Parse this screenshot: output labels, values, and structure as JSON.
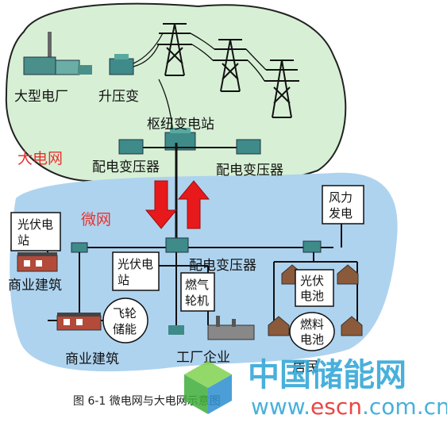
{
  "diagram": {
    "grid_labels": {
      "big_grid": "大电网",
      "micro_grid": "微网"
    },
    "nodes": {
      "big_plant": "大型电厂",
      "step_up": "升压变",
      "hub_substation": "枢纽变电站",
      "dist_transformer_left": "配电变压器",
      "dist_transformer_right": "配电变压器",
      "pv_station_left": "光伏电站",
      "pv_station_center": "光伏电站",
      "dist_transformer_micro": "配电变压器",
      "wind_power": "风力发电",
      "commercial_1": "商业建筑",
      "commercial_2": "商业建筑",
      "flywheel": "飞轮储能",
      "gas_turbine": "燃气轮机",
      "factory": "工厂企业",
      "pv_battery": "光伏电池",
      "fuel_cell": "燃料电池",
      "residents": "居民"
    },
    "caption": "图 6-1  微电网与大电网示意图",
    "watermark": {
      "brand": "中国储能网",
      "site_prefix": "www.",
      "site_mid": "escn",
      "site_suffix": ".com.cn"
    },
    "colors": {
      "big_grid_fill": "#d7f0d5",
      "micro_grid_fill": "#aed3ef",
      "arrow": "#e8191b",
      "accent_text": "#e8322f",
      "watermark": "#35a8d8"
    }
  }
}
